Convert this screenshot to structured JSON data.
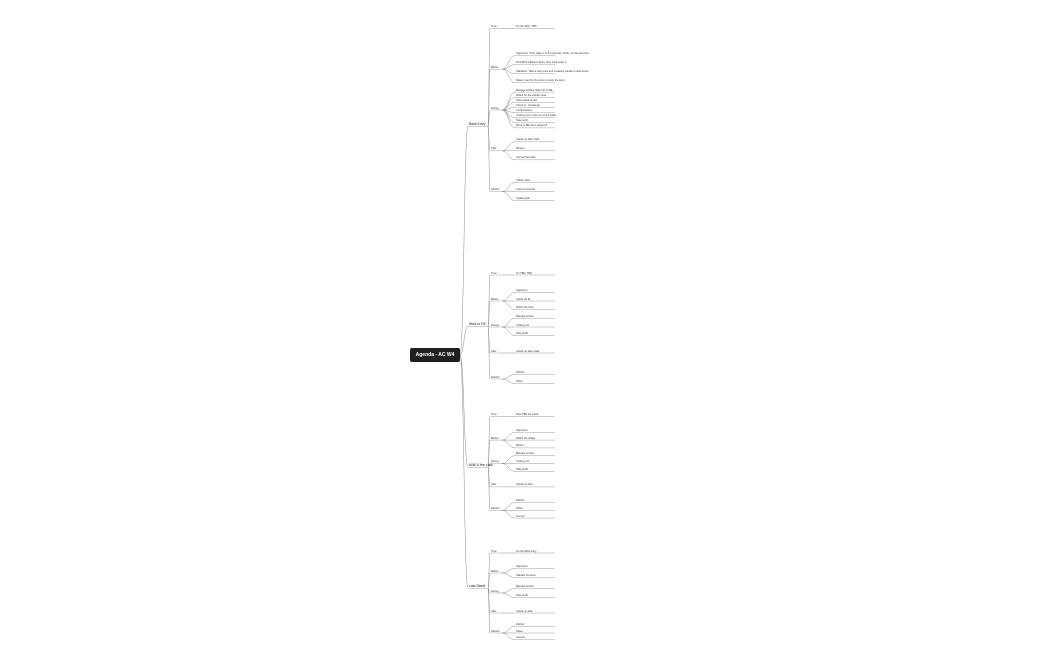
{
  "root": "Agenda - AC W4",
  "branches": [
    {
      "id": "b1",
      "label": "Back Entry",
      "items": [
        {
          "label": "Time",
          "lines": [
            "On the ADO, TBD"
          ]
        },
        {
          "label": "Before",
          "lines": [
            "Alignment: If the stage 1 of 3 is the entry clicks, sit the last price",
            "DCA BoS 2 Bottom Entry, then Limit order 1",
            "Validation: Take a stop price and a waiting candle to look at line",
            "Retest: wait for the price to retest the level"
          ]
        },
        {
          "label": "During",
          "lines": [
            "Manage entries: Move SL to BE",
            "Watch for the candle close",
            "Take partial profits",
            "Check in - Exchange",
            "Confirmations",
            "Closing out: In and out of the trade",
            "Take profit",
            "Move to BE when target hit"
          ]
        },
        {
          "label": "After",
          "lines": [
            "Check on after trade",
            "Review",
            "Journal the trade"
          ]
        },
        {
          "label": "Debrief",
          "lines": [
            "Check notes",
            "Lessons learned",
            "Update plan"
          ]
        }
      ]
    },
    {
      "id": "b2",
      "label": "Wick to Fill",
      "items": [
        {
          "label": "Time",
          "lines": [
            "On TBD, TBD"
          ]
        },
        {
          "label": "Before",
          "lines": [
            "Alignment",
            "Check for fill",
            "Watch the wick"
          ]
        },
        {
          "label": "During",
          "lines": [
            "Manage entries",
            "Closing out",
            "Take profit"
          ]
        },
        {
          "label": "After",
          "lines": [
            "Check on after trade"
          ]
        },
        {
          "label": "Debrief",
          "lines": [
            "Debrief",
            "Notes"
          ]
        }
      ]
    },
    {
      "id": "b3",
      "label": "M/W & the Lock",
      "items": [
        {
          "label": "Time",
          "lines": [
            "New TBD the week"
          ]
        },
        {
          "label": "Before",
          "lines": [
            "Alignment",
            "Watch the shape",
            "Retest"
          ]
        },
        {
          "label": "During",
          "lines": [
            "Manage entries",
            "Closing out",
            "Take profit"
          ]
        },
        {
          "label": "After",
          "lines": [
            "Check on after"
          ]
        },
        {
          "label": "Debrief",
          "lines": [
            "Debrief",
            "Notes",
            "Journal"
          ]
        }
      ]
    },
    {
      "id": "b4",
      "label": "Last Stand",
      "items": [
        {
          "label": "Time",
          "lines": [
            "On the ADO entry"
          ]
        },
        {
          "label": "Before",
          "lines": [
            "Alignment",
            "Validate the level"
          ]
        },
        {
          "label": "During",
          "lines": [
            "Manage entries",
            "Take profit"
          ]
        },
        {
          "label": "After",
          "lines": [
            "Check on after"
          ]
        },
        {
          "label": "Debrief",
          "lines": [
            "Debrief",
            "Notes",
            "Journal"
          ]
        }
      ]
    }
  ]
}
